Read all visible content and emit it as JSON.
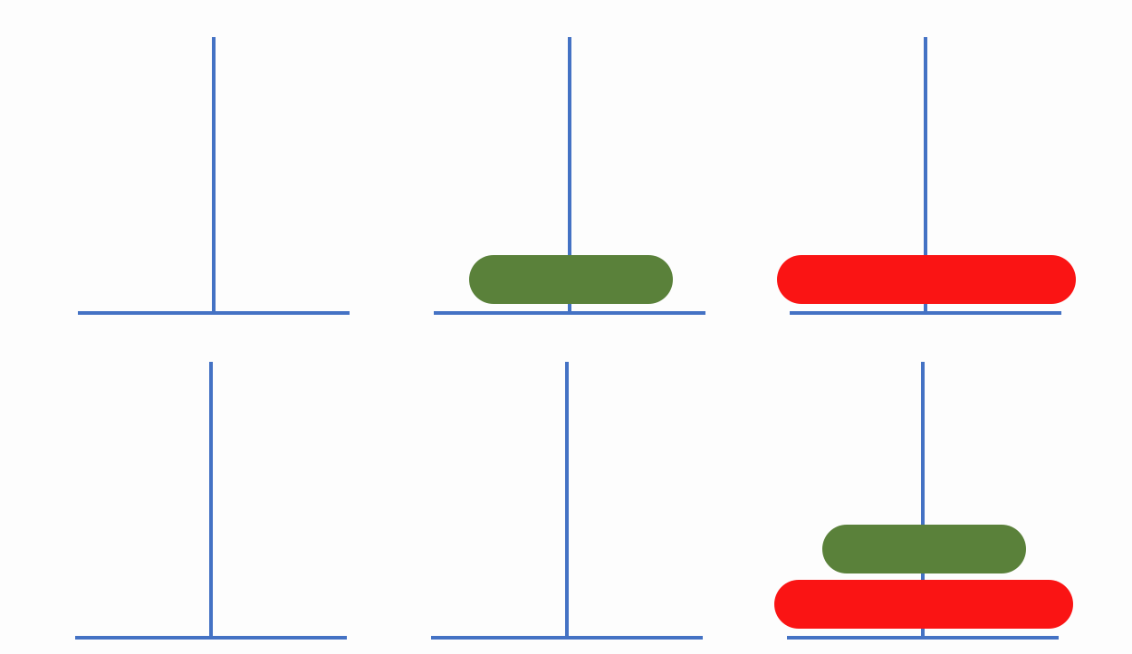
{
  "puzzle": {
    "name": "Tower of Hanoi",
    "pole_color": "#4472c4",
    "disk_types": {
      "large": {
        "color": "#fa1414",
        "size": 2
      },
      "small": {
        "color": "#5a813a",
        "size": 1
      }
    },
    "states": [
      {
        "id": "state-1",
        "pegs": [
          {
            "id": "peg-1",
            "disks": []
          },
          {
            "id": "peg-2",
            "disks": [
              "small"
            ]
          },
          {
            "id": "peg-3",
            "disks": [
              "large"
            ]
          }
        ]
      },
      {
        "id": "state-2",
        "pegs": [
          {
            "id": "peg-1",
            "disks": []
          },
          {
            "id": "peg-2",
            "disks": []
          },
          {
            "id": "peg-3",
            "disks": [
              "large",
              "small"
            ]
          }
        ]
      }
    ]
  }
}
